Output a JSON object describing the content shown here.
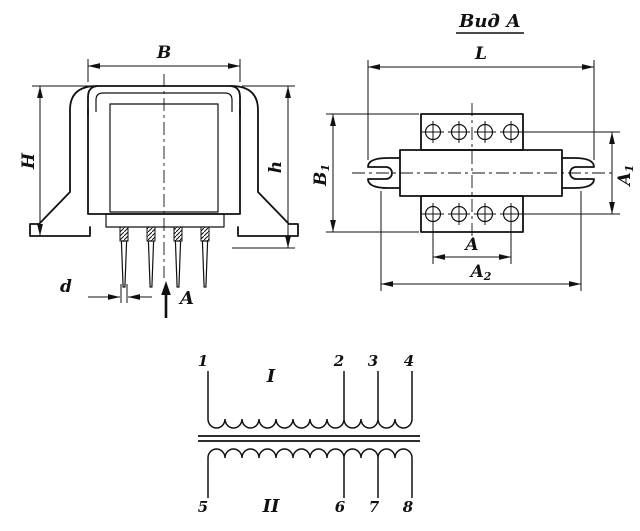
{
  "sheet": {
    "background": "#ffffff",
    "ink": "#111111"
  },
  "front_view": {
    "dim_width_label": "B",
    "dim_height_label": "H",
    "dim_body_height_label": "h",
    "dim_pin_label": "d",
    "view_direction_label": "A"
  },
  "view_a": {
    "title": "Вид А",
    "dim_length_label": "L",
    "dim_b1": {
      "base": "B",
      "sub": "1"
    },
    "dim_a1": {
      "base": "A",
      "sub": "1"
    },
    "dim_pin_span_label": "A",
    "dim_a2": {
      "base": "A",
      "sub": "2"
    }
  },
  "schematic": {
    "primary_label": "I",
    "secondary_label": "II",
    "pins_top": [
      "1",
      "2",
      "3",
      "4"
    ],
    "pins_bottom": [
      "5",
      "6",
      "7",
      "8"
    ]
  }
}
